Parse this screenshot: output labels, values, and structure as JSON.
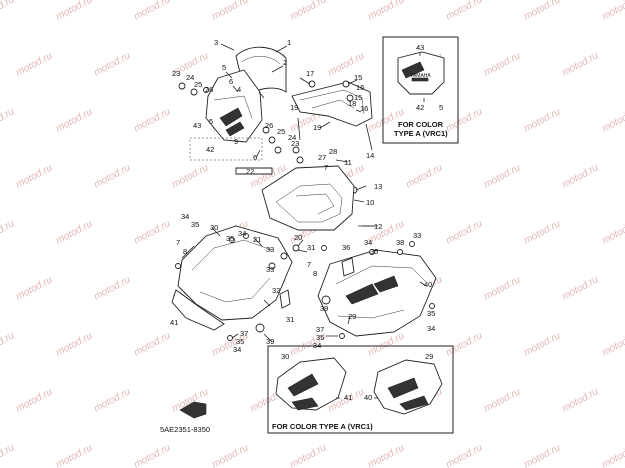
{
  "watermark": "motod.ru",
  "callouts": [
    {
      "id": "c1",
      "text": "1"
    },
    {
      "id": "c3",
      "text": "3"
    },
    {
      "id": "c5a",
      "text": "5"
    },
    {
      "id": "c6a",
      "text": "6"
    },
    {
      "id": "c23",
      "text": "23"
    },
    {
      "id": "c24",
      "text": "24"
    },
    {
      "id": "c25",
      "text": "25"
    },
    {
      "id": "c26a",
      "text": "26"
    },
    {
      "id": "c4",
      "text": "4"
    },
    {
      "id": "c2",
      "text": "2"
    },
    {
      "id": "c43a",
      "text": "43"
    },
    {
      "id": "c5b",
      "text": "5"
    },
    {
      "id": "c42a",
      "text": "42"
    },
    {
      "id": "c17",
      "text": "17"
    },
    {
      "id": "c15a",
      "text": "15"
    },
    {
      "id": "c16a",
      "text": "16"
    },
    {
      "id": "c15b",
      "text": "15"
    },
    {
      "id": "c16b",
      "text": "16"
    },
    {
      "id": "c18",
      "text": "18"
    },
    {
      "id": "c19a",
      "text": "19"
    },
    {
      "id": "c19b",
      "text": "19"
    },
    {
      "id": "c14",
      "text": "14"
    },
    {
      "id": "c26b",
      "text": "26"
    },
    {
      "id": "c25b",
      "text": "25"
    },
    {
      "id": "c24b",
      "text": "24"
    },
    {
      "id": "c9",
      "text": "9"
    },
    {
      "id": "c6b",
      "text": "6"
    },
    {
      "id": "c23b",
      "text": "23"
    },
    {
      "id": "c28",
      "text": "28"
    },
    {
      "id": "c27",
      "text": "27"
    },
    {
      "id": "c11",
      "text": "11"
    },
    {
      "id": "c7a",
      "text": "7"
    },
    {
      "id": "c22",
      "text": "22"
    },
    {
      "id": "c13",
      "text": "13"
    },
    {
      "id": "c10",
      "text": "10"
    },
    {
      "id": "c12",
      "text": "12"
    },
    {
      "id": "c34a",
      "text": "34"
    },
    {
      "id": "c35a",
      "text": "35"
    },
    {
      "id": "c30a",
      "text": "30"
    },
    {
      "id": "c7b",
      "text": "7"
    },
    {
      "id": "c8a",
      "text": "8"
    },
    {
      "id": "c35b",
      "text": "35"
    },
    {
      "id": "c34b",
      "text": "34"
    },
    {
      "id": "c21",
      "text": "21"
    },
    {
      "id": "c20",
      "text": "20"
    },
    {
      "id": "c31a",
      "text": "31"
    },
    {
      "id": "c33a",
      "text": "33"
    },
    {
      "id": "c36",
      "text": "36"
    },
    {
      "id": "c34c",
      "text": "34"
    },
    {
      "id": "c35c",
      "text": "35"
    },
    {
      "id": "c38",
      "text": "38"
    },
    {
      "id": "c33b",
      "text": "33"
    },
    {
      "id": "c33c",
      "text": "33"
    },
    {
      "id": "c7c",
      "text": "7"
    },
    {
      "id": "c8b",
      "text": "8"
    },
    {
      "id": "c40a",
      "text": "40"
    },
    {
      "id": "c32",
      "text": "32"
    },
    {
      "id": "c39a",
      "text": "39"
    },
    {
      "id": "c31b",
      "text": "31"
    },
    {
      "id": "c29a",
      "text": "29"
    },
    {
      "id": "c41a",
      "text": "41"
    },
    {
      "id": "c37a",
      "text": "37"
    },
    {
      "id": "c35d",
      "text": "35"
    },
    {
      "id": "c34d",
      "text": "34"
    },
    {
      "id": "c39b",
      "text": "39"
    },
    {
      "id": "c37b",
      "text": "37"
    },
    {
      "id": "c35e",
      "text": "35"
    },
    {
      "id": "c34e",
      "text": "34"
    },
    {
      "id": "c35f",
      "text": "35"
    },
    {
      "id": "c34f",
      "text": "34"
    },
    {
      "id": "i43",
      "text": "43"
    },
    {
      "id": "i42",
      "text": "42"
    },
    {
      "id": "i5",
      "text": "5"
    },
    {
      "id": "i30",
      "text": "30"
    },
    {
      "id": "i29",
      "text": "29"
    },
    {
      "id": "i41",
      "text": "41"
    },
    {
      "id": "i40",
      "text": "40"
    }
  ],
  "inset_top": {
    "caption_line1": "FOR COLOR",
    "caption_line2": "TYPE A (VRC1)",
    "decal_text": "YAMAHA"
  },
  "inset_bottom": {
    "caption": "FOR COLOR TYPE A (VRC1)"
  },
  "part_code": "5AE2351-8350"
}
